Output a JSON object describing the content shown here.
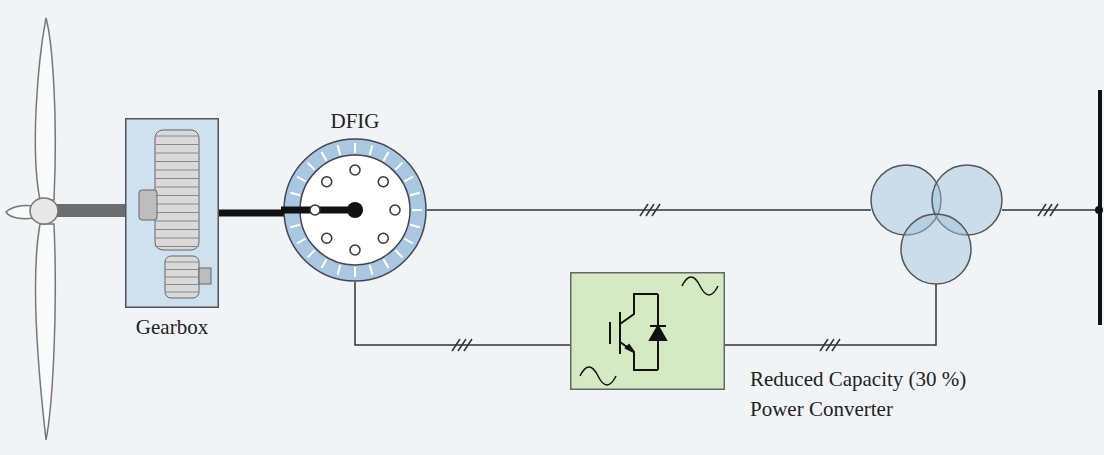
{
  "diagram": {
    "nodes": [
      {
        "text": [
          "Gearbox"
        ]
      },
      {
        "text": [
          "DFIG"
        ]
      },
      {
        "text": [
          "Reduced Capacity (30 %) Power Converter"
        ]
      }
    ],
    "edges": [
      {
        "from": 0,
        "to": 1,
        "arrow": "none"
      },
      {
        "from": 1,
        "to": 2,
        "arrow": "none"
      }
    ]
  }
}
